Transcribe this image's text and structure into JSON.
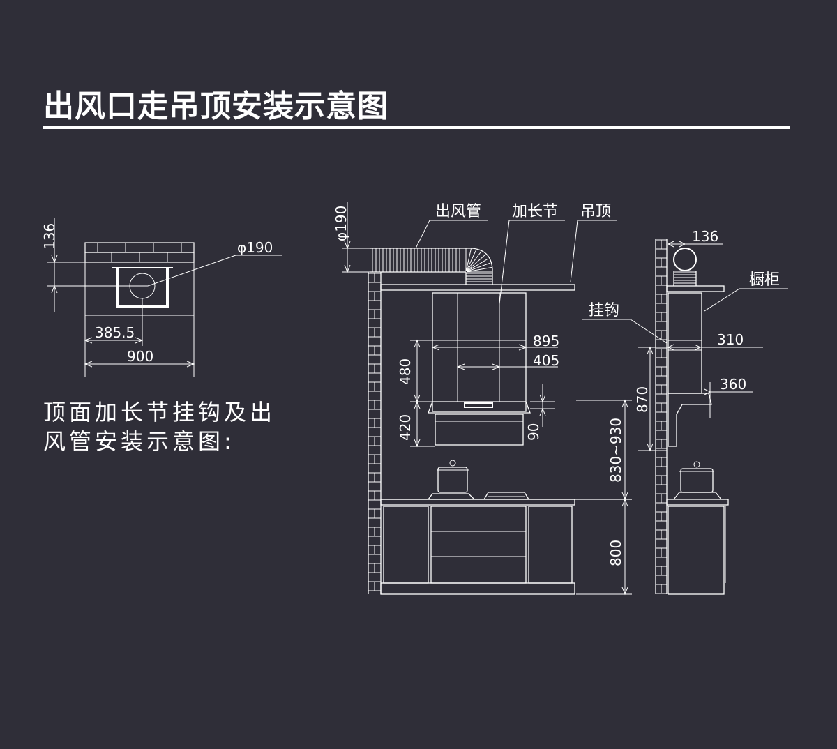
{
  "title": "出风口走吊顶安装示意图",
  "description": {
    "line1": "顶面加长节挂钩及出",
    "line2": "风管安装示意图:"
  },
  "top_view": {
    "dim_height": "136",
    "dim_diameter": "φ190",
    "dim_offset": "385.5",
    "dim_width": "900"
  },
  "front_view": {
    "dim_duct_diameter": "φ190",
    "label_duct": "出风管",
    "label_extension": "加长节",
    "label_ceiling": "吊顶",
    "dim_width_895": "895",
    "dim_width_405": "405",
    "dim_480": "480",
    "dim_420": "420",
    "dim_90": "90",
    "dim_830_930": "830~930",
    "dim_800": "800"
  },
  "side_view": {
    "dim_136": "136",
    "label_cabinet": "橱柜",
    "label_hook": "挂钩",
    "dim_310": "310",
    "dim_360": "360",
    "dim_870": "870"
  }
}
